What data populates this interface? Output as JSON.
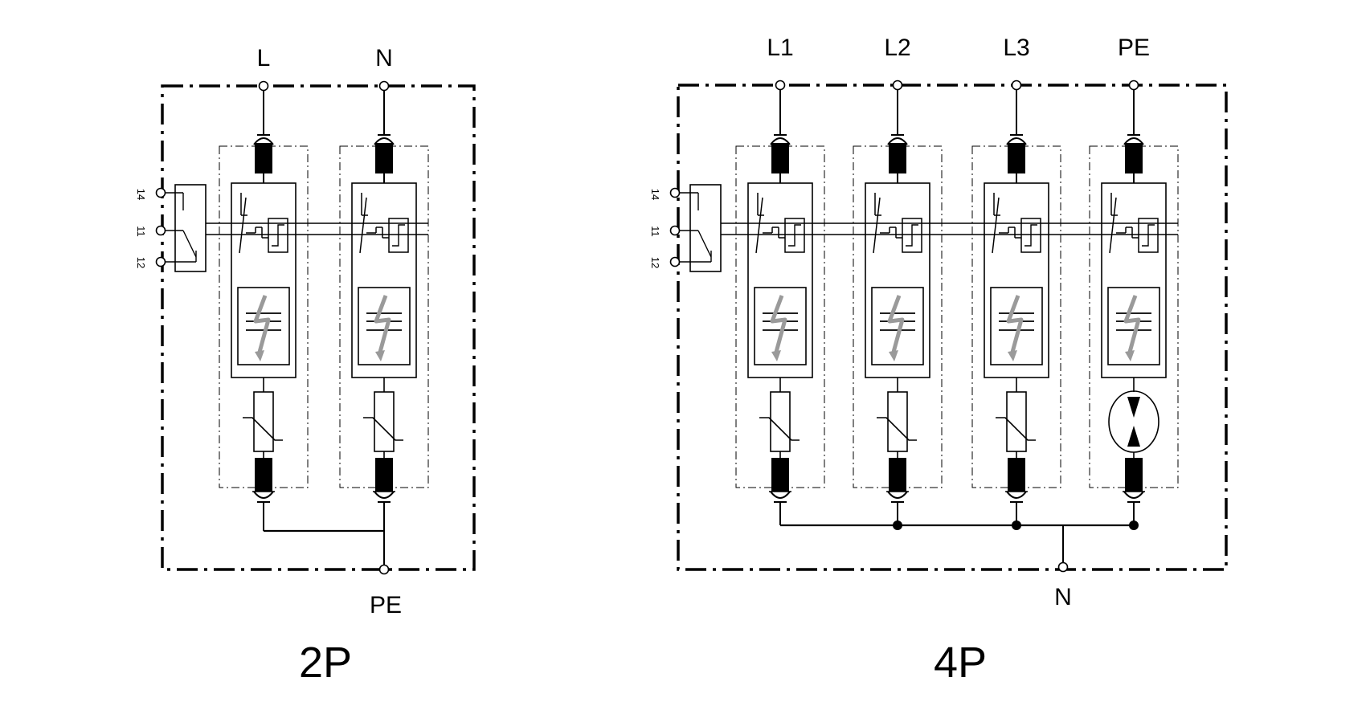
{
  "diagrams": [
    {
      "id": "2p",
      "caption": "2P",
      "aux_terminals": [
        "14",
        "11",
        "12"
      ],
      "top_terminals": [
        "L",
        "N"
      ],
      "bottom_terminal": "PE",
      "modules": [
        {
          "bottom": "varistor"
        },
        {
          "bottom": "varistor"
        }
      ]
    },
    {
      "id": "4p",
      "caption": "4P",
      "aux_terminals": [
        "14",
        "11",
        "12"
      ],
      "top_terminals": [
        "L1",
        "L2",
        "L3",
        "PE"
      ],
      "bottom_terminal": "N",
      "modules": [
        {
          "bottom": "varistor"
        },
        {
          "bottom": "varistor"
        },
        {
          "bottom": "varistor"
        },
        {
          "bottom": "spark-gap"
        }
      ]
    }
  ],
  "colors": {
    "line": "#000000",
    "lightning": "#9a9a9a",
    "background": "#ffffff"
  }
}
